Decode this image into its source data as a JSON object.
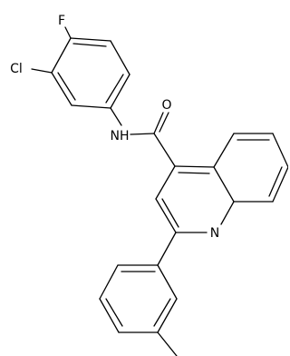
{
  "molecule": {
    "atoms": {
      "fluorine": "F",
      "chlorine": "Cl",
      "oxygen": "O",
      "amide_nitrogen": "N",
      "amide_hydrogen": "H",
      "quinoline_nitrogen": "N"
    },
    "colors": {
      "bond": "#000000",
      "text": "#000000",
      "background": "#ffffff"
    }
  }
}
